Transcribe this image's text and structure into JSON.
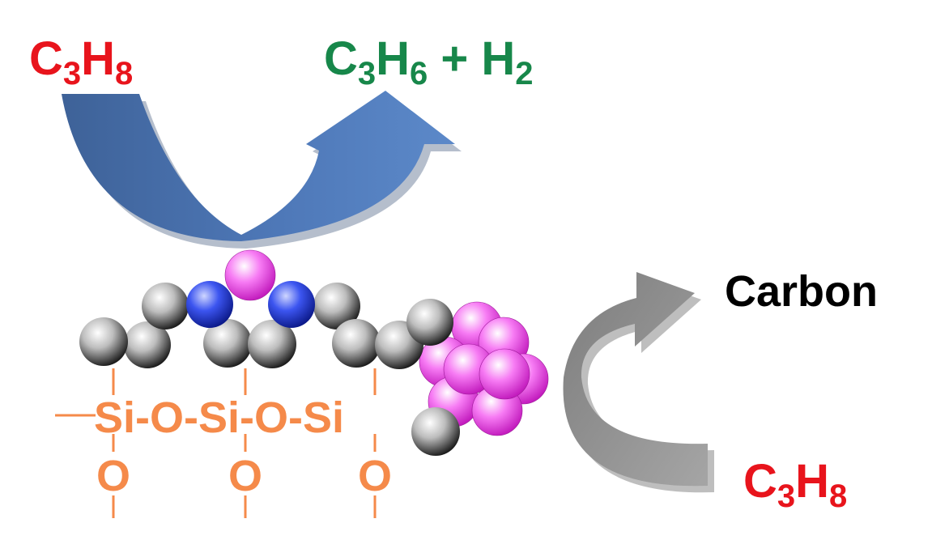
{
  "reactant_top": {
    "parts": [
      "C",
      "3",
      "H",
      "8"
    ]
  },
  "products_top": {
    "parts": [
      "C",
      "3",
      "H",
      "6",
      " + H",
      "2"
    ]
  },
  "carbon_label": "Carbon",
  "reactant_bottom": {
    "parts": [
      "C",
      "3",
      "H",
      "8"
    ]
  },
  "support_chain": "Si-O-Si-O-Si",
  "support_oxygen": "O",
  "colors": {
    "reactant": "#e8141c",
    "product": "#17874a",
    "carbon_text": "#000000",
    "support": "#f58a4a",
    "main_arrow": "#4f7cbf",
    "main_arrow_dark": "#3a5f95",
    "side_arrow": "#8f8f8f",
    "nitrogen_atom": "#1f3fe0",
    "metal_atom": "#f45cf0",
    "carbon_atom": "#404040"
  }
}
